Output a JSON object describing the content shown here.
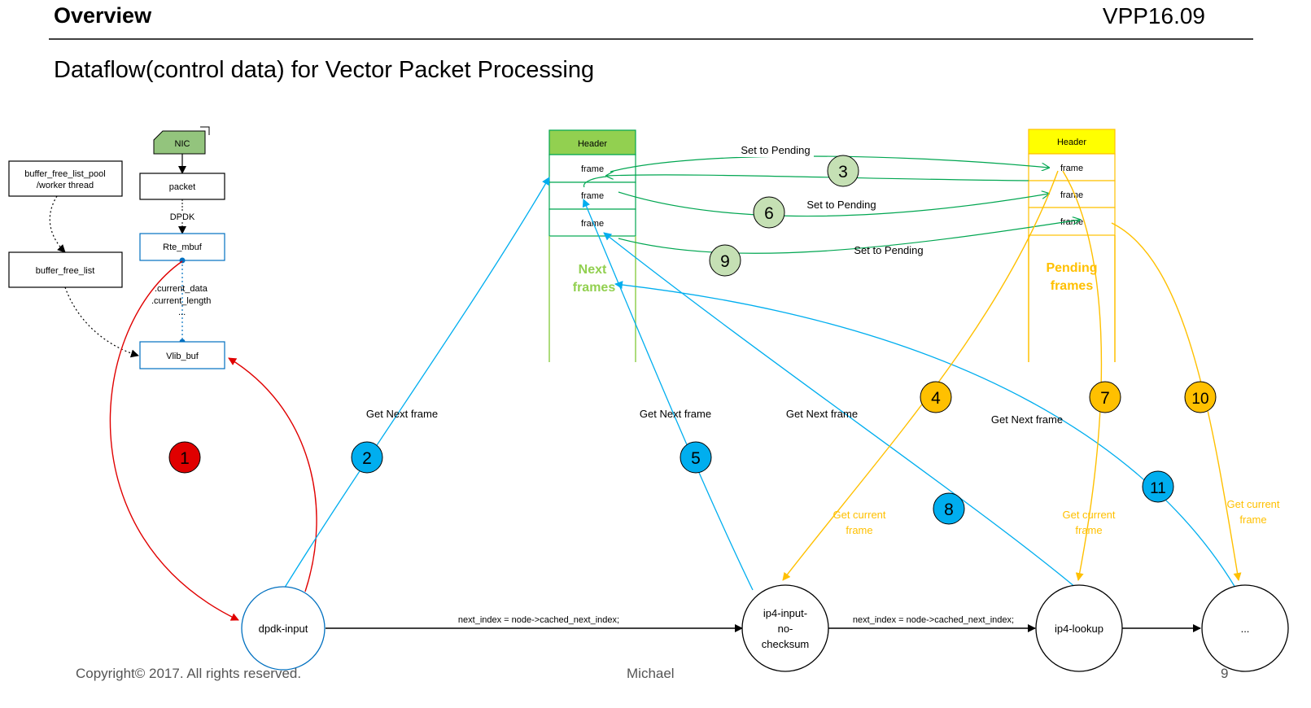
{
  "header": {
    "title": "Overview",
    "version": "VPP16.09"
  },
  "subtitle": "Dataflow(control data) for Vector Packet Processing",
  "footer": {
    "copyright": "Copyright© 2017. All rights reserved.",
    "author": "Michael",
    "page": "9"
  },
  "left": {
    "nic": "NIC",
    "packet": "packet",
    "dpdk": "DPDK",
    "rte_mbuf": "Rte_mbuf",
    "vlib_buf": "Vlib_buf",
    "field1": ".current_data",
    "field2": ".current_length",
    "field3": "...",
    "pool1": "buffer_free_list_pool",
    "pool2": "/worker thread",
    "free_list": "buffer_free_list"
  },
  "next_frames": {
    "header": "Header",
    "frame1": "frame",
    "frame2": "frame",
    "frame3": "frame",
    "label1": "Next",
    "label2": "frames"
  },
  "pending_frames": {
    "header": "Header",
    "frame1": "frame",
    "frame2": "frame",
    "frame3": "frame",
    "label1": "Pending",
    "label2": "frames"
  },
  "labels": {
    "set_pending_3": "Set to Pending",
    "set_pending_6": "Set to Pending",
    "set_pending_9": "Set to Pending",
    "get_next_2": "Get Next frame",
    "get_next_5": "Get Next frame",
    "get_next_8": "Get Next frame",
    "get_next_11": "Get Next frame",
    "get_current_4a": "Get current",
    "get_current_4b": "frame",
    "get_current_7a": "Get current",
    "get_current_7b": "frame",
    "get_current_10a": "Get current",
    "get_current_10b": "frame",
    "next_index_1": "next_index = node->cached_next_index;",
    "next_index_2": "next_index = node->cached_next_index;"
  },
  "steps": {
    "s1": "1",
    "s2": "2",
    "s3": "3",
    "s4": "4",
    "s5": "5",
    "s6": "6",
    "s7": "7",
    "s8": "8",
    "s9": "9",
    "s10": "10",
    "s11": "11"
  },
  "nodes": {
    "dpdk_input": "dpdk-input",
    "ip4_input_1": "ip4-input-",
    "ip4_input_2": "no-",
    "ip4_input_3": "checksum",
    "ip4_lookup": "ip4-lookup",
    "more": "..."
  },
  "colors": {
    "red": "#e00000",
    "blue": "#00aeef",
    "green": "#00a651",
    "orange": "#ffc000",
    "green_header": "#92d050",
    "yellow_header": "#ffff00",
    "circle_green": "#c5e0b4",
    "nic_green": "#93c47d"
  }
}
